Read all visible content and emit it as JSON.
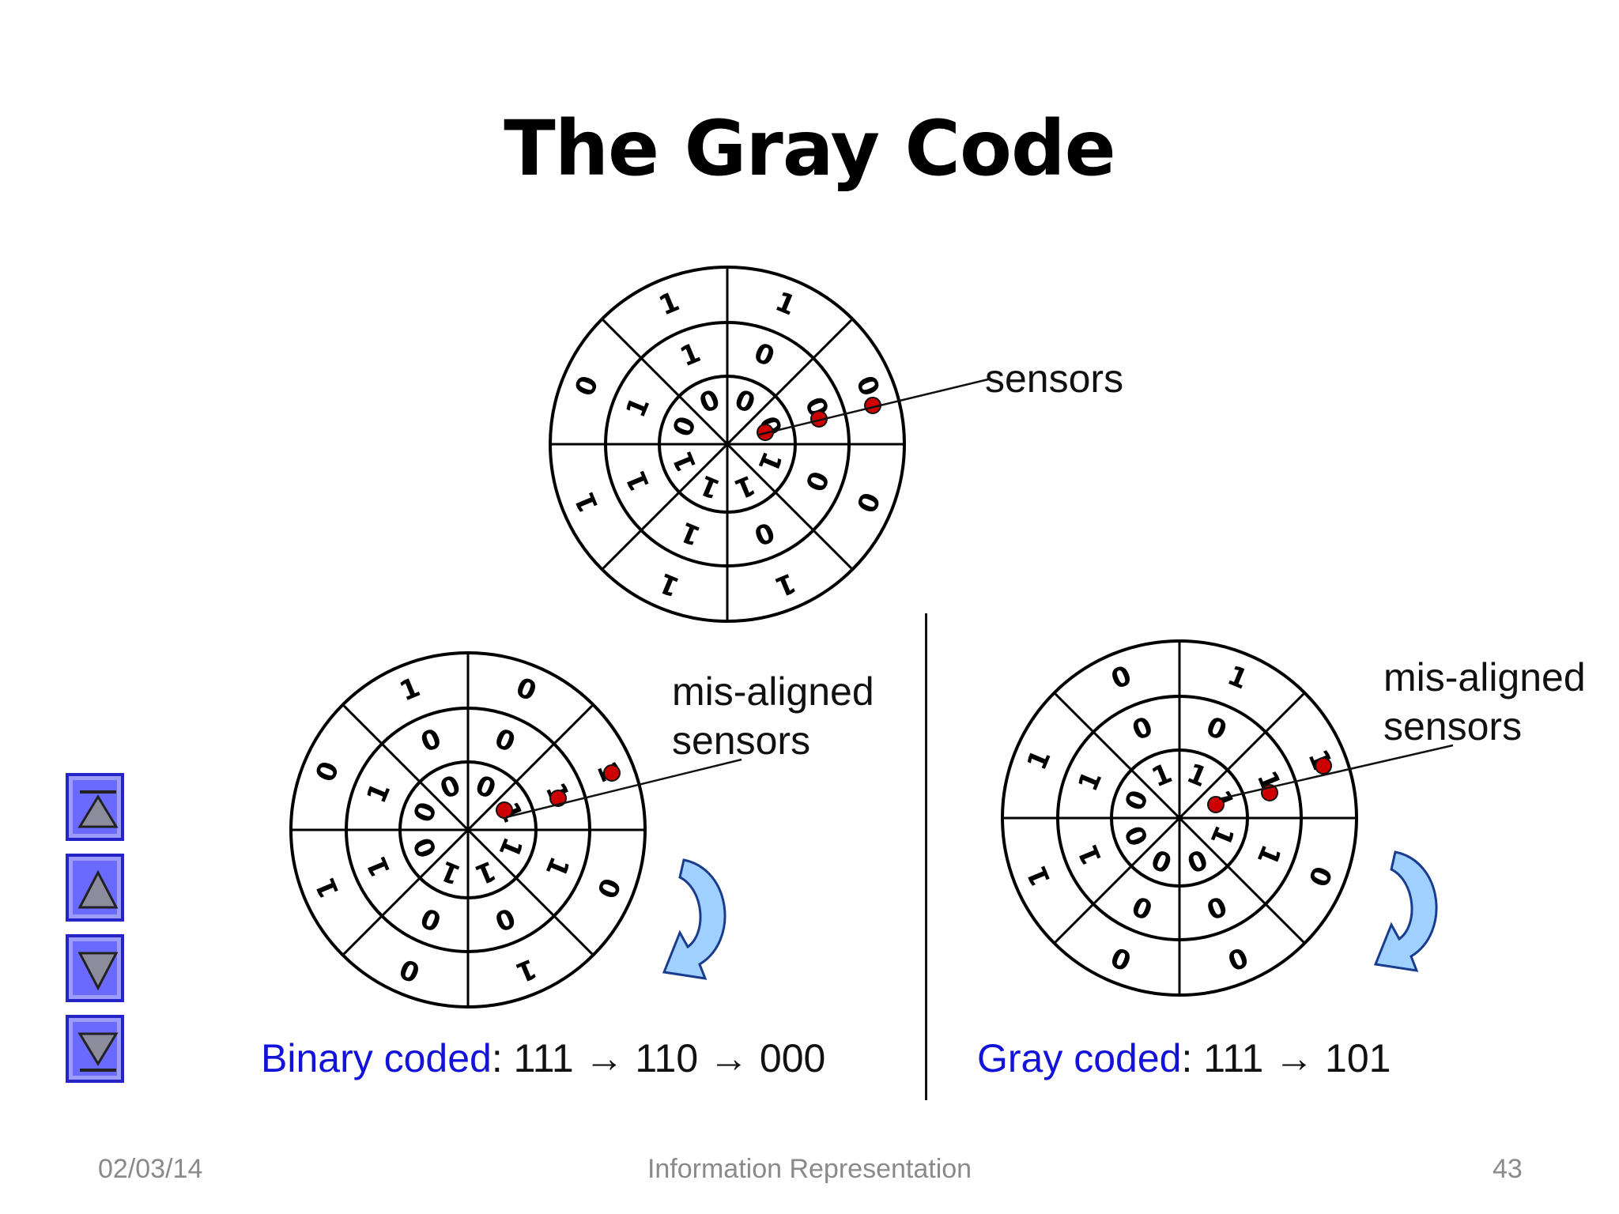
{
  "slide": {
    "title": "The Gray Code",
    "top_label": "sensors",
    "left_label_line1": "mis-aligned",
    "left_label_line2": "sensors",
    "right_label_line1": "mis-aligned",
    "right_label_line2": "sensors",
    "binary_kw": "Binary coded",
    "binary_seq": ": 111 → 110 → 000",
    "gray_kw": "Gray coded",
    "gray_seq": ": 111 → 101"
  },
  "footer": {
    "date": "02/03/14",
    "center": "Information Representation",
    "page": "43"
  },
  "colors": {
    "keyword_blue": "#1212d8",
    "sensor_red": "#cc0000",
    "rotation_arrow": "#9fd0ff",
    "nav_button": "#6a6aff"
  },
  "icons": [
    "first-slide-icon",
    "previous-slide-icon",
    "next-slide-icon",
    "last-slide-icon"
  ],
  "disks": {
    "top": {
      "outer": [
        "1",
        "0",
        "0",
        "1",
        "1",
        "1",
        "0",
        "1"
      ],
      "middle": [
        "0",
        "0",
        "0",
        "0",
        "1",
        "1",
        "1",
        "1"
      ],
      "inner": [
        "0",
        "0",
        "1",
        "1",
        "1",
        "1",
        "0",
        "0"
      ]
    },
    "binary": {
      "outer": [
        "0",
        "1",
        "0",
        "1",
        "0",
        "1",
        "0",
        "1"
      ],
      "middle": [
        "0",
        "1",
        "1",
        "0",
        "0",
        "1",
        "1",
        "0"
      ],
      "inner": [
        "0",
        "1",
        "1",
        "1",
        "1",
        "0",
        "0",
        "0"
      ]
    },
    "gray": {
      "outer": [
        "1",
        "1",
        "0",
        "0",
        "0",
        "1",
        "1",
        "0"
      ],
      "middle": [
        "0",
        "1",
        "1",
        "0",
        "0",
        "1",
        "1",
        "0"
      ],
      "inner": [
        "1",
        "1",
        "1",
        "0",
        "0",
        "0",
        "0",
        "1"
      ]
    }
  }
}
